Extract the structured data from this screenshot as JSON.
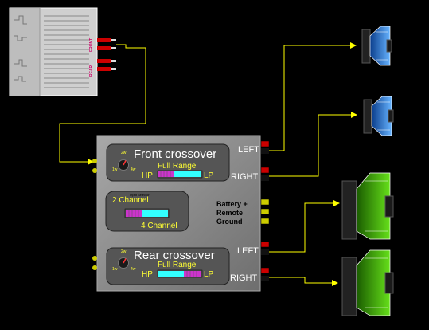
{
  "head_unit": {
    "jack_labels": [
      "FRONT",
      "REAR"
    ]
  },
  "front_crossover": {
    "title": "Front crossover",
    "mode": "Full Range",
    "hp_label": "HP",
    "lp_label": "LP",
    "knob_labels": [
      "2w",
      "1w",
      "4w"
    ],
    "filter_level": 0.5
  },
  "rear_crossover": {
    "title": "Rear crossover",
    "mode": "Full Range",
    "hp_label": "HP",
    "lp_label": "LP",
    "knob_labels": [
      "2w",
      "1w",
      "4w"
    ],
    "filter_level": 0.5
  },
  "input_selector": {
    "title": "Input Selector",
    "option_2ch": "2 Channel",
    "option_4ch": "4 Channel"
  },
  "outputs": {
    "front_left": "LEFT",
    "front_right": "RIGHT",
    "rear_left": "LEFT",
    "rear_right": "RIGHT"
  },
  "power": {
    "line1": "Battery +",
    "line2": "Remote",
    "line3": "Ground"
  },
  "colors": {
    "background": "#000000",
    "wire": "#ffff00",
    "chassis": "#8c8c8c",
    "panel": "#555555",
    "tweeter_cone": "#3399ff",
    "woofer_cone": "#33cc00",
    "terminal_red": "#cc0000",
    "terminal_yellow": "#cccc00",
    "hp_bar": "#cc33cc",
    "lp_bar": "#33ffff"
  },
  "icons": [
    "rca-jack-icon",
    "knob-icon",
    "speaker-icon",
    "subwoofer-icon"
  ]
}
